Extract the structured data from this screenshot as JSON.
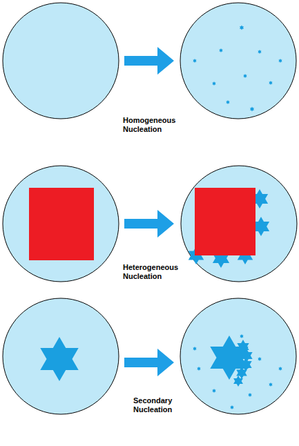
{
  "diagram": {
    "labels": [
      "Homogeneous Nucleation",
      "Heterogeneous Nucleation",
      "Secondary Nucleation"
    ]
  }
}
